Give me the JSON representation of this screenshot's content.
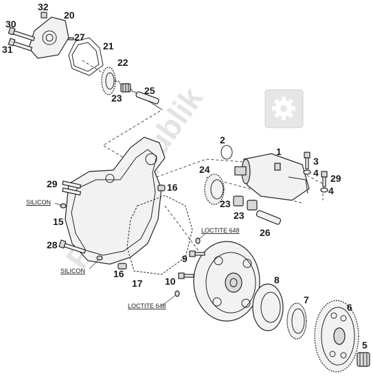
{
  "diagram": {
    "parts": {
      "p1": "1",
      "p2": "2",
      "p3": "3",
      "p4a": "4",
      "p4b": "4",
      "p5": "5",
      "p6": "6",
      "p7": "7",
      "p8": "8",
      "p9": "9",
      "p10": "10",
      "p15": "15",
      "p16a": "16",
      "p16b": "16",
      "p17": "17",
      "p20": "20",
      "p21": "21",
      "p22": "22",
      "p23a": "23",
      "p23b": "23",
      "p23c": "23",
      "p24": "24",
      "p25": "25",
      "p26": "26",
      "p27": "27",
      "p28": "28",
      "p29a": "29",
      "p29b": "29",
      "p30": "30",
      "p31": "31",
      "p32": "32"
    },
    "notes": {
      "silicon_top": "SILICON",
      "silicon_bottom": "SILICON",
      "loctite_top": "LOCTITE 648",
      "loctite_bottom": "LOCTITE 648"
    },
    "watermark": "PartsRepublik",
    "icon": "gear-icon"
  }
}
